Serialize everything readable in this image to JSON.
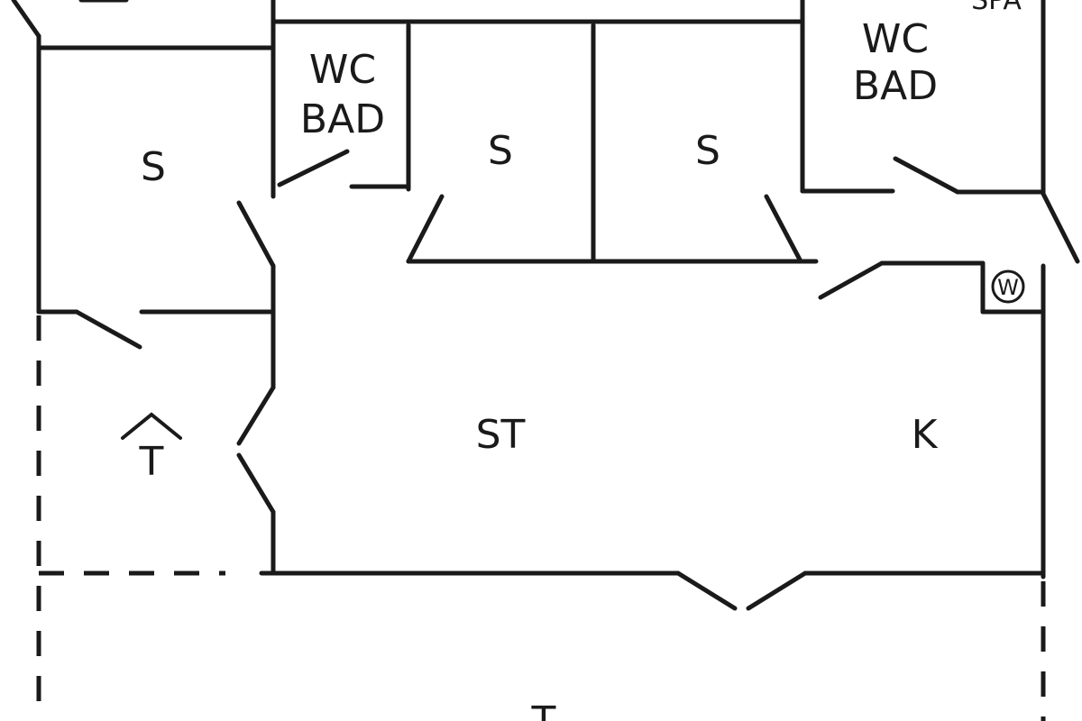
{
  "plan": {
    "rooms": [
      {
        "id": "bedroom-1",
        "label": "S"
      },
      {
        "id": "bath-1",
        "label_line1": "WC",
        "label_line2": "BAD"
      },
      {
        "id": "bedroom-2",
        "label": "S"
      },
      {
        "id": "bedroom-3",
        "label": "S"
      },
      {
        "id": "bath-2",
        "label_line1": "WC",
        "label_line2": "BAD"
      },
      {
        "id": "spa",
        "label": "SPA"
      },
      {
        "id": "living",
        "label": "ST"
      },
      {
        "id": "kitchen",
        "label": "K"
      },
      {
        "id": "terrace",
        "label": "T"
      }
    ],
    "entrance_symbol": "T",
    "washer_symbol": "W"
  }
}
